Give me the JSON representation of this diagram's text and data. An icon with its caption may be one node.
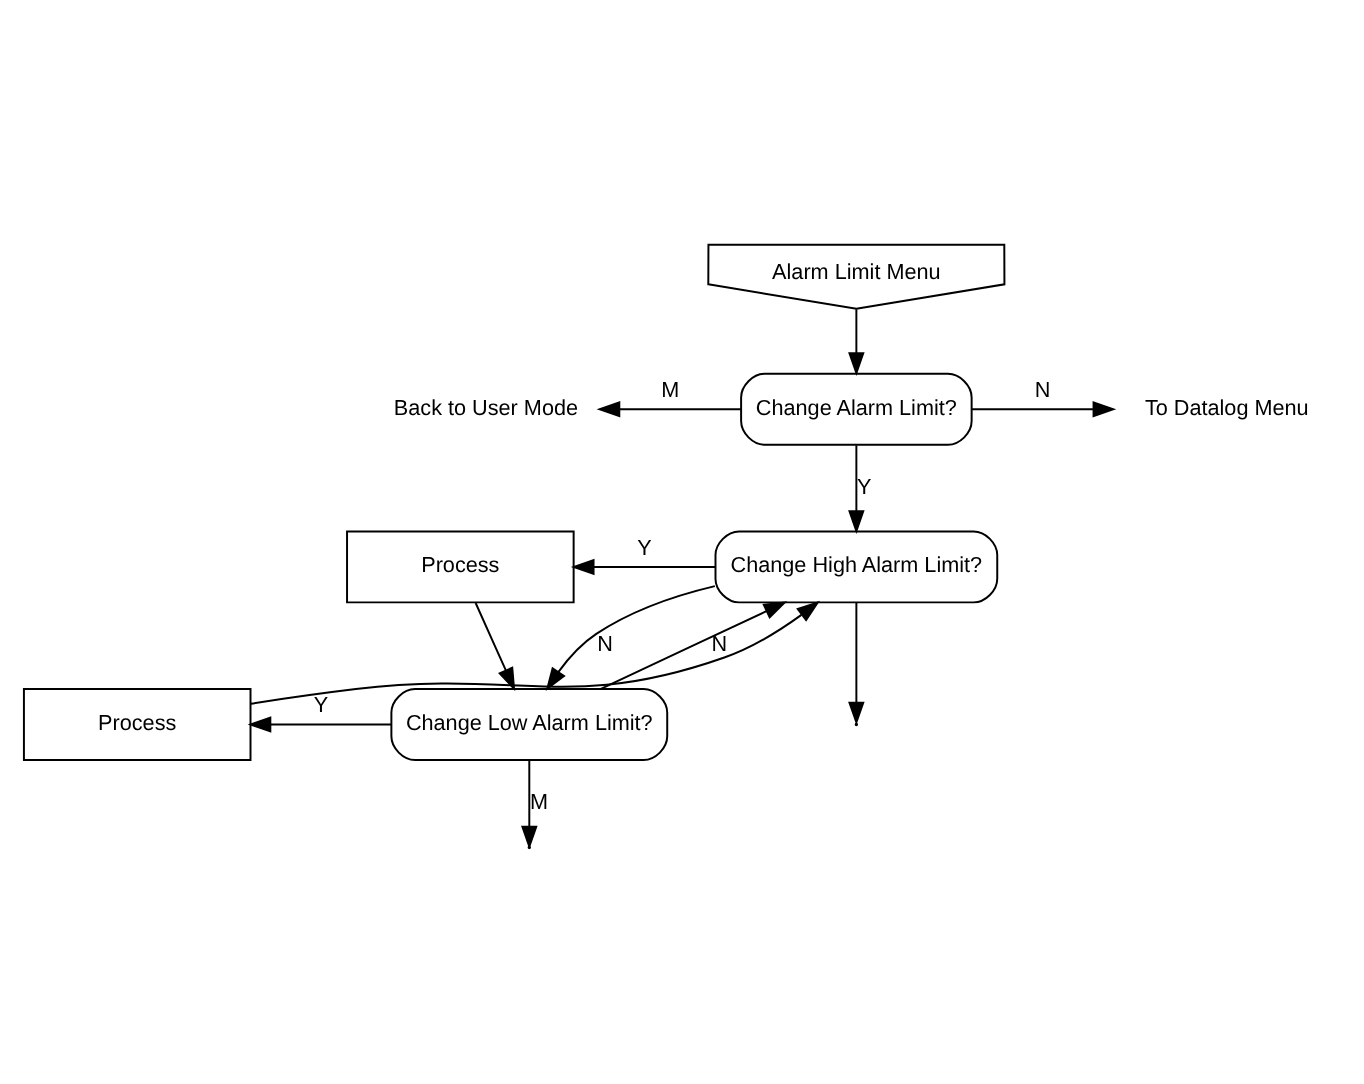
{
  "diagram": {
    "nodes": [
      {
        "text": [
          "Alarm Limit Menu"
        ]
      },
      {
        "text": [
          "Change Alarm Limit?"
        ]
      },
      {
        "text": [
          "Back to User Mode"
        ]
      },
      {
        "text": [
          "To Datalog Menu"
        ]
      },
      {
        "text": [
          "Change High Alarm Limit?"
        ]
      },
      {
        "text": [
          "Process"
        ]
      },
      {
        "text": [
          "Change Low Alarm Limit?"
        ]
      },
      {
        "text": [
          "Process"
        ]
      }
    ],
    "edges": [
      {
        "from": 0,
        "to": 1,
        "arrow": "to"
      },
      {
        "from": 1,
        "to": 2,
        "label": "M",
        "arrow": "to"
      },
      {
        "from": 1,
        "to": 3,
        "label": "N",
        "arrow": "to"
      },
      {
        "from": 1,
        "to": 4,
        "label": "Y",
        "arrow": "to"
      },
      {
        "from": 4,
        "to": 5,
        "label": "Y",
        "arrow": "to"
      },
      {
        "from": 4,
        "to": 6,
        "label": "N",
        "arrow": "to"
      },
      {
        "from": 5,
        "to": 6,
        "arrow": "to"
      },
      {
        "from": 4,
        "to": null,
        "arrow": "to"
      },
      {
        "from": 6,
        "to": null,
        "label": "M",
        "arrow": "to"
      },
      {
        "from": 6,
        "to": 7,
        "label": "Y",
        "arrow": "to"
      },
      {
        "from": 6,
        "to": 4,
        "label": "N",
        "arrow": "to"
      },
      {
        "from": 7,
        "to": 4,
        "arrow": "to"
      }
    ]
  }
}
